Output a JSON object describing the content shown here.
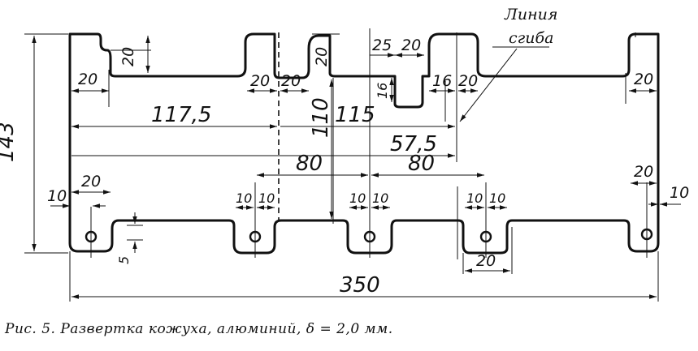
{
  "drawing": {
    "note_line1": "Линия",
    "note_line2": "сгиба",
    "dimensions": {
      "overall_height": "143",
      "overall_width": "350",
      "d_117_5": "117,5",
      "d_115": "115",
      "d_110": "110",
      "d_57_5": "57,5",
      "d_80_left": "80",
      "d_80_right": "80",
      "top_left_20_vert": "20",
      "top_left_20_horiz": "20",
      "top_mid_20_a": "20",
      "top_mid_20_b": "20",
      "top_mid_20_vert": "20",
      "top_25": "25",
      "top_20_next": "20",
      "top_16_vert": "16",
      "top_16": "16",
      "top_20_r": "20",
      "top_far_right_20": "20",
      "bot_left_10": "10",
      "bot_left_20": "20",
      "bot_left_5": "5",
      "bot_a_10_1": "10",
      "bot_a_10_2": "10",
      "bot_b_10_1": "10",
      "bot_b_10_2": "10",
      "bot_c_10_1": "10",
      "bot_c_10_2": "10",
      "bot_c_20": "20",
      "bot_right_20": "20",
      "bot_right_10": "10"
    }
  },
  "caption": "Рис. 5. Развертка кожуха, алюминий, δ = 2,0 мм."
}
